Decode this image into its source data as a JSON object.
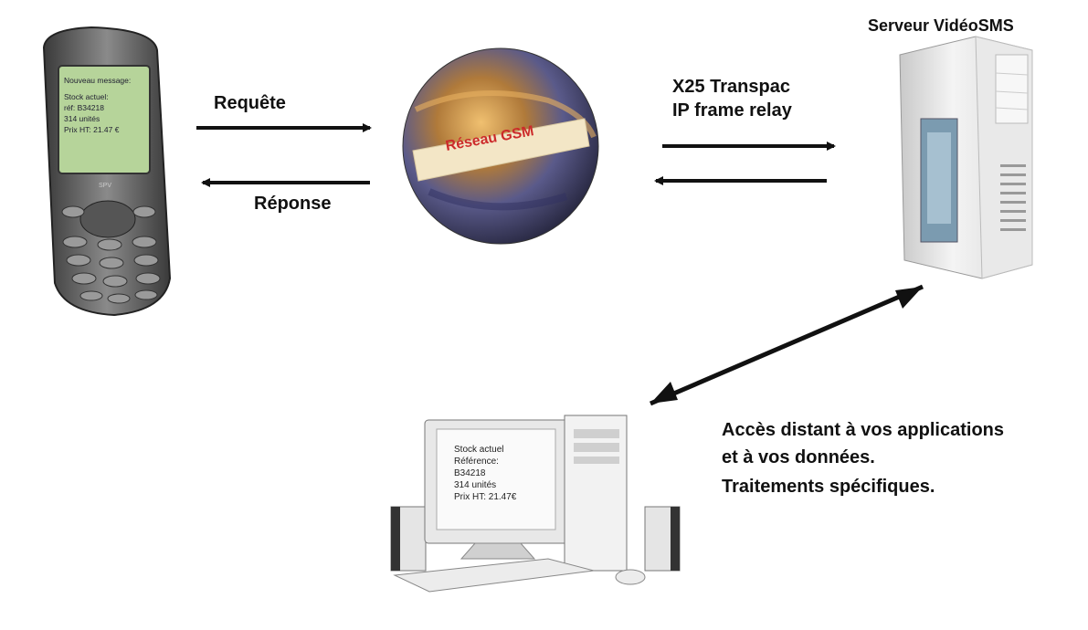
{
  "phone": {
    "screen_lines": [
      "Nouveau message:",
      "Stock actuel:",
      "réf: B34218",
      "314 unités",
      "Prix HT: 21.47 €"
    ],
    "brand": "SPV"
  },
  "globe": {
    "banner": "Réseau GSM"
  },
  "arrows": {
    "request_label": "Requête",
    "response_label": "Réponse",
    "link_line1": "X25 Transpac",
    "link_line2": "IP frame relay"
  },
  "server": {
    "title": "Serveur VidéoSMS"
  },
  "desktop": {
    "screen_lines": [
      "Stock actuel",
      "Référence:",
      "B34218",
      "314 unités",
      "Prix HT: 21.47€"
    ]
  },
  "remote_access": {
    "line1": "Accès distant à vos applications",
    "line2": "et à vos données.",
    "line3": "Traitements spécifiques."
  },
  "colors": {
    "arrow": "#111111",
    "banner_text": "#cc2a2a",
    "phone_screen": "#b6d49a"
  }
}
